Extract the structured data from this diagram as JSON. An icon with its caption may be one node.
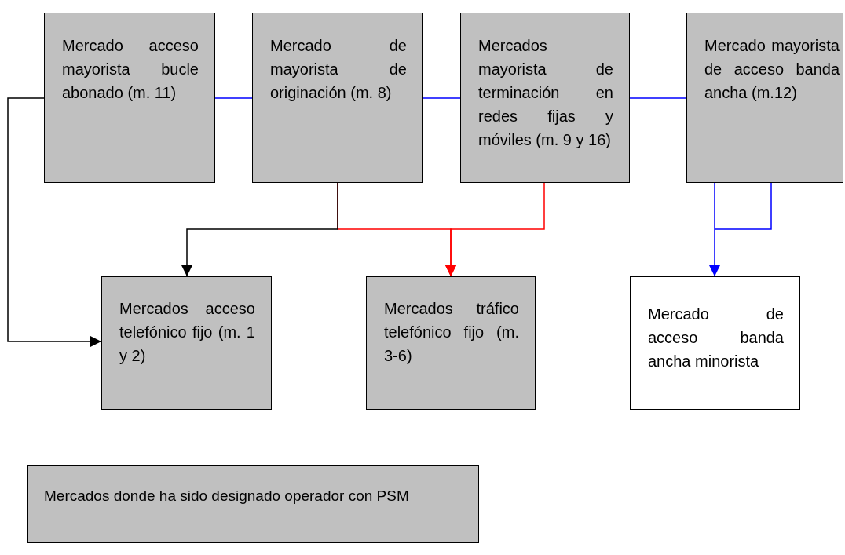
{
  "diagram": {
    "nodes": [
      {
        "text": [
          "Mercado acceso mayorista bucle abonado (m. 11)"
        ]
      },
      {
        "text": [
          "Mercado de mayorista de originación (m. 8)"
        ]
      },
      {
        "text": [
          "Mercados mayorista de terminación en redes fijas y móviles (m. 9 y 16)"
        ]
      },
      {
        "text": [
          "Mercado mayorista de acceso banda ancha (m.12)"
        ]
      },
      {
        "text": [
          "Mercados acceso telefónico fijo (m. 1 y 2)"
        ]
      },
      {
        "text": [
          "Mercados tráfico telefónico fijo (m. 3-6)"
        ]
      },
      {
        "text": [
          "Mercado de acceso banda ancha minorista"
        ]
      }
    ],
    "edges": [
      {
        "from": 0,
        "to": 1,
        "arrow": "none"
      },
      {
        "from": 1,
        "to": 2,
        "arrow": "none"
      },
      {
        "from": 2,
        "to": 3,
        "arrow": "none"
      },
      {
        "from": 0,
        "to": 4,
        "arrow": "to",
        "color": "#000000"
      },
      {
        "from": 1,
        "to": 5,
        "arrow": "to",
        "color": "#ff0000"
      },
      {
        "from": 2,
        "to": 5,
        "arrow": "to",
        "color": "#ff0000"
      },
      {
        "from": 1,
        "to": 4,
        "arrow": "to",
        "color": "#000000"
      },
      {
        "from": 3,
        "to": 6,
        "arrow": "to"
      }
    ],
    "legend": [
      {
        "text": "Mercados donde ha sido designado operador con PSM",
        "color": "#c0c0c0"
      }
    ]
  }
}
